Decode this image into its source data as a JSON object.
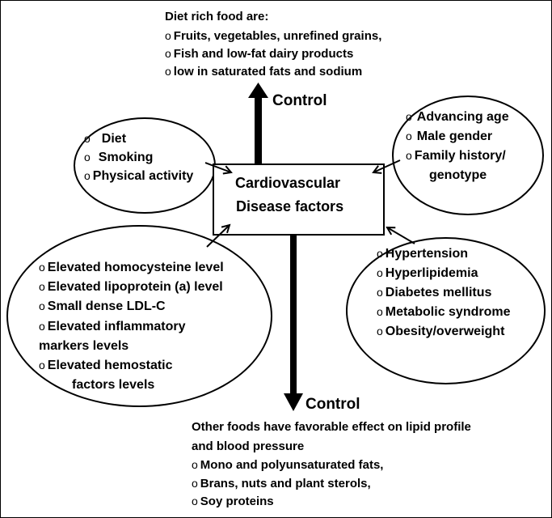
{
  "center": {
    "line1": "Cardiovascular",
    "line2": "Disease factors"
  },
  "top": {
    "heading": "Diet rich food are:",
    "items": [
      "Fruits, vegetables, unrefined grains,",
      "Fish and low-fat dairy products",
      "low in saturated fats and sodium"
    ],
    "control_label": "Control"
  },
  "bottom": {
    "control_label": "Control",
    "heading_line1": "Other foods  have  favorable effect on lipid profile",
    "heading_line2": "and blood pressure",
    "items": [
      "Mono and polyunsaturated fats,",
      "Brans, nuts and plant sterols,",
      "Soy proteins"
    ]
  },
  "left_top_oval": {
    "items": [
      "Diet",
      "Smoking",
      "Physical activity"
    ]
  },
  "right_top_oval": {
    "items": [
      "Advancing age",
      "Male gender",
      "Family history/"
    ],
    "continuation": "genotype"
  },
  "left_bottom_oval": {
    "items": [
      "Elevated homocysteine level",
      "Elevated lipoprotein (a) level",
      "Small dense LDL-C",
      "Elevated inflammatory"
    ],
    "continuation1": "markers levels",
    "item5": "Elevated hemostatic",
    "continuation2": "factors levels"
  },
  "right_bottom_oval": {
    "items": [
      "Hypertension",
      "Hyperlipidemia",
      "Diabetes mellitus",
      "Metabolic syndrome",
      "Obesity/overweight"
    ]
  },
  "bullet_symbol": "o",
  "colors": {
    "ink": "#000000",
    "background": "#ffffff"
  }
}
